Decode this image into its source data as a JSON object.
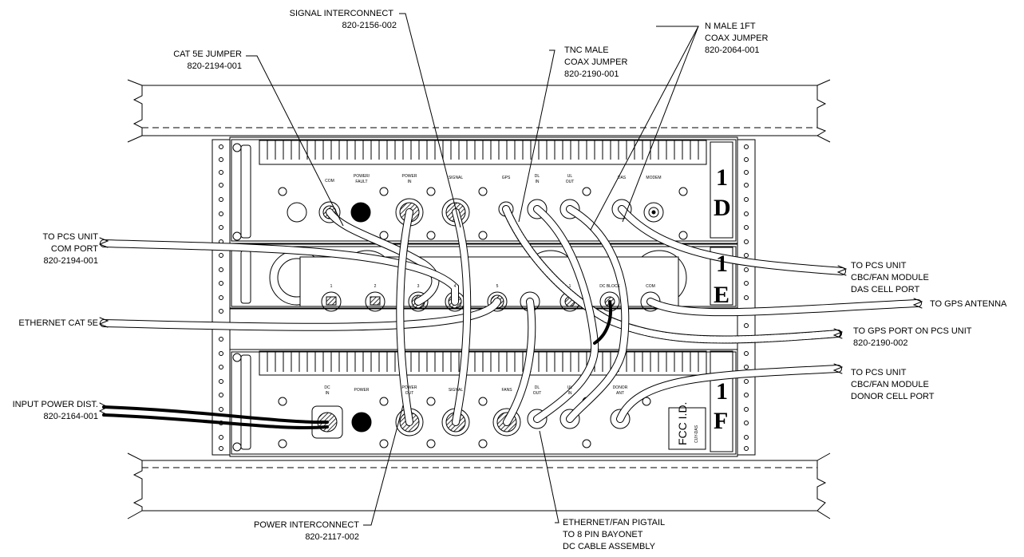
{
  "callouts": {
    "signal_interconnect": {
      "line1": "SIGNAL INTERCONNECT",
      "line2": "820-2156-002"
    },
    "cat5e_jumper": {
      "line1": "CAT 5E JUMPER",
      "line2": "820-2194-001"
    },
    "tnc_male": {
      "line1": "TNC MALE",
      "line2": "COAX JUMPER",
      "line3": "820-2190-001"
    },
    "n_male": {
      "line1": "N MALE 1FT",
      "line2": "COAX JUMPER",
      "line3": "820-2064-001"
    },
    "pcs_com": {
      "line1": "TO PCS UNIT",
      "line2": "COM PORT",
      "line3": "820-2194-001"
    },
    "ethernet_cat5e": {
      "line1": "ETHERNET CAT 5E"
    },
    "input_power": {
      "line1": "INPUT POWER DIST.",
      "line2": "820-2164-001"
    },
    "pcs_das": {
      "line1": "TO PCS UNIT",
      "line2": "CBC/FAN MODULE",
      "line3": "DAS CELL PORT"
    },
    "gps_antenna": {
      "line1": "TO GPS ANTENNA"
    },
    "gps_port": {
      "line1": "TO GPS PORT ON PCS UNIT",
      "line2": "820-2190-002"
    },
    "pcs_donor": {
      "line1": "TO PCS UNIT",
      "line2": "CBC/FAN MODULE",
      "line3": "DONOR CELL PORT"
    },
    "power_interconnect": {
      "line1": "POWER INTERCONNECT",
      "line2": "820-2117-002"
    },
    "ethernet_fan": {
      "line1": "ETHERNET/FAN PIGTAIL",
      "line2": "TO 8 PIN BAYONET",
      "line3": "DC CABLE ASSEMBLY"
    }
  },
  "units": {
    "d": {
      "letter": "1D",
      "ports": {
        "com": "COM",
        "power_fault": "POWER/\nFAULT",
        "power_in": "POWER\nIN",
        "signal": "SIGNAL",
        "gps": "GPS",
        "dl_in": "DL\nIN",
        "ul_out": "UL\nOUT",
        "das": "DAS",
        "modem": "MODEM"
      }
    },
    "e": {
      "letter": "1E",
      "ports": {
        "p1": "1",
        "p2": "2",
        "p3": "3",
        "p4": "4",
        "p5": "5",
        "p1b": "1",
        "dc_block": "DC BLOCK",
        "com": "COM"
      }
    },
    "f": {
      "letter": "1F",
      "ports": {
        "dc_in": "DC\nIN",
        "power": "POWER",
        "power_out": "POWER\nOUT",
        "signal": "SIGNAL",
        "fans": "FANS",
        "dl_out": "DL\nOUT",
        "ul_in": "UL\nIN",
        "donor_ant": "DONOR\nANT"
      }
    }
  },
  "fcc_label": "FCC I.D.",
  "fcc_sub": "CUY-DAS"
}
